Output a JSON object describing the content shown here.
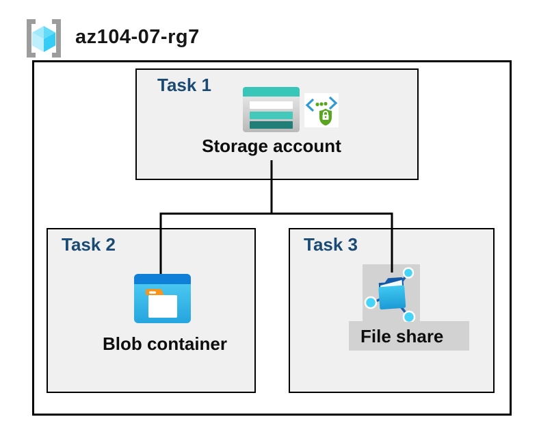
{
  "resource_group": {
    "name": "az104-07-rg7",
    "icon": "resource-group-icon"
  },
  "tasks": [
    {
      "label": "Task 1",
      "item": "Storage account",
      "icons": [
        "storage-account-icon",
        "shared-access-signature-icon"
      ]
    },
    {
      "label": "Task 2",
      "item": "Blob container",
      "icons": [
        "blob-container-icon"
      ]
    },
    {
      "label": "Task 3",
      "item": "File share",
      "icons": [
        "file-share-icon"
      ]
    }
  ],
  "colors": {
    "task_label": "#1A4A73",
    "box_fill": "#F0F0F0",
    "box_border": "#000000",
    "connector": "#000000",
    "storage_teal": "#37C6B7",
    "storage_teal_dark": "#1F7F77",
    "blob_header_blue": "#0F7FD8",
    "blob_body_cyan": "#35BBEA",
    "folder_tab_orange": "#F7941E",
    "file_share_navy": "#1458A8",
    "file_share_node_cyan": "#45D4F8",
    "selection_gray": "#D2D2D2",
    "sas_bracket_blue": "#2E9BD6",
    "sas_shield_green": "#58A61F",
    "bracket_gray": "#9C9C9C"
  }
}
